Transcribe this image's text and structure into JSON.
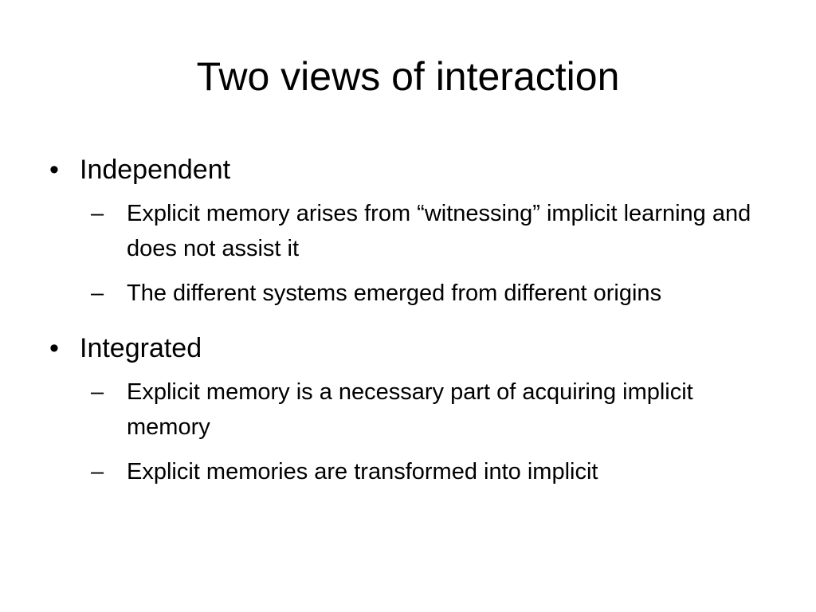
{
  "title": "Two views of interaction",
  "bullets": [
    {
      "symbol": "•",
      "label": "Independent",
      "subitems": [
        {
          "symbol": "–",
          "text": "Explicit memory arises from “witnessing” implicit learning and does not assist it"
        },
        {
          "symbol": "–",
          "text": "The different systems emerged from different origins"
        }
      ]
    },
    {
      "symbol": "•",
      "label": "Integrated",
      "subitems": [
        {
          "symbol": "–",
          "text": "Explicit memory is a necessary part of acquiring implicit memory"
        },
        {
          "symbol": "–",
          "text": "Explicit memories are transformed into implicit"
        }
      ]
    }
  ]
}
